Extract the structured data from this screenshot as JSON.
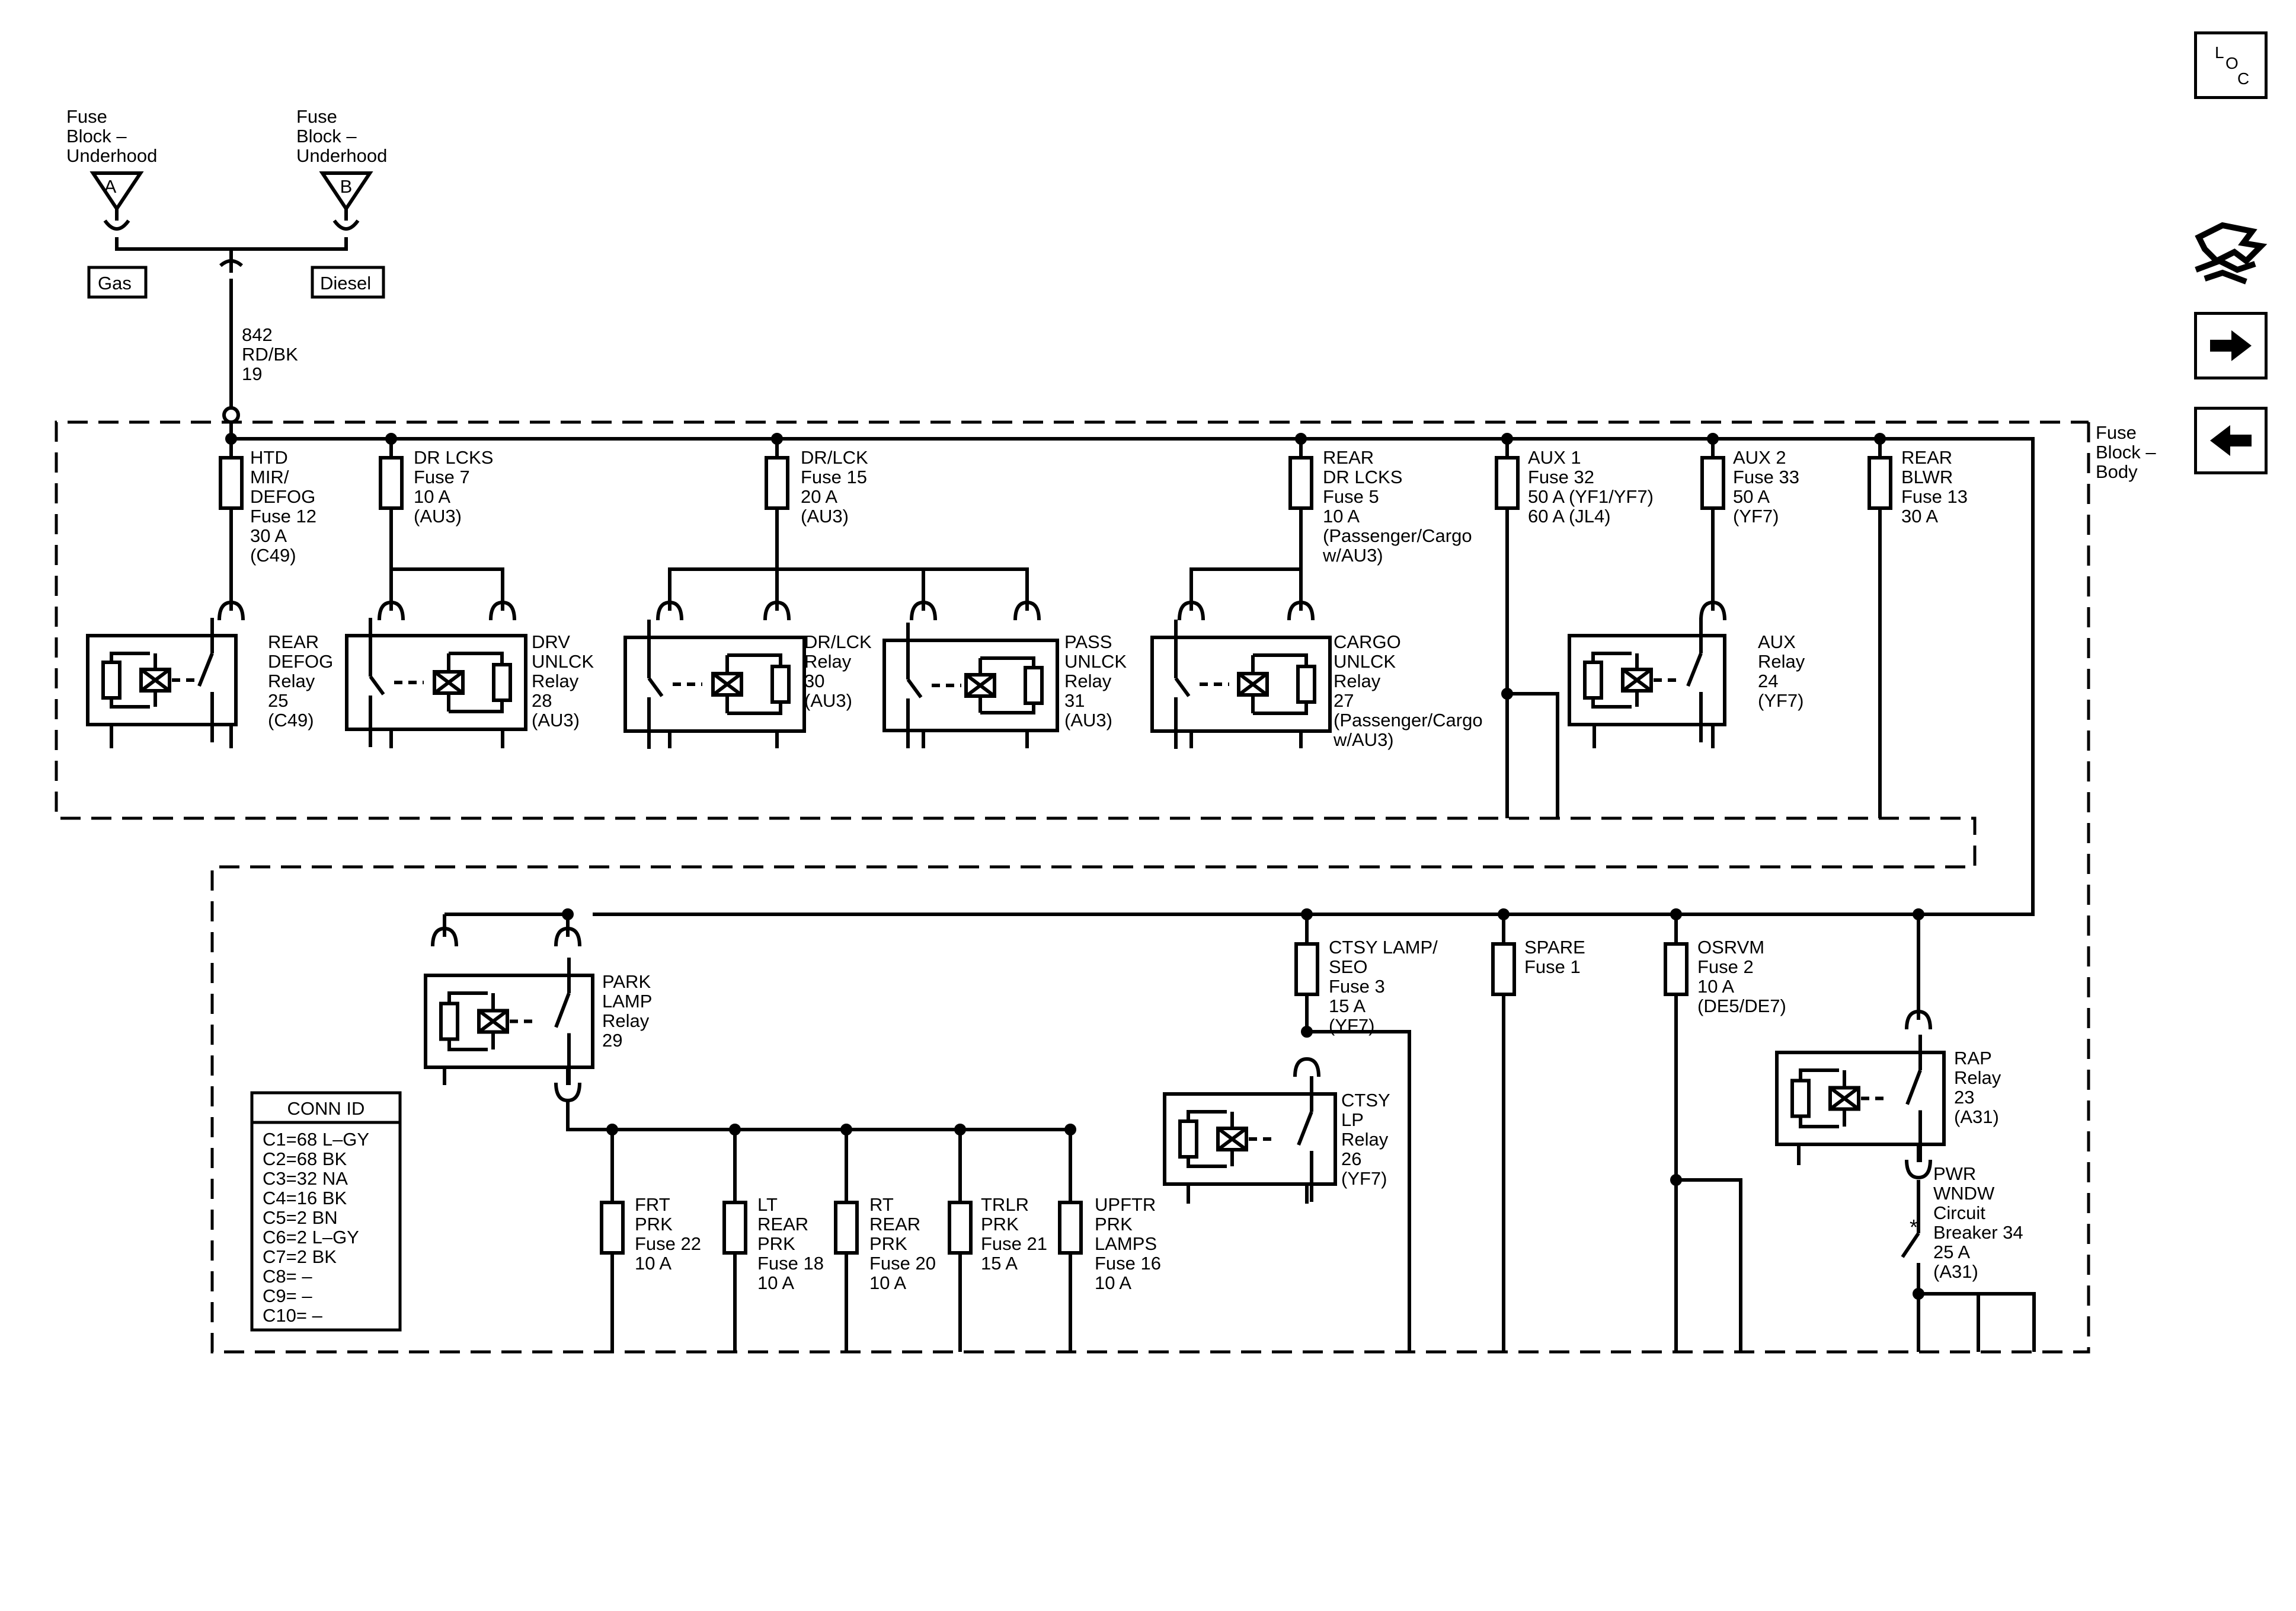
{
  "source": {
    "a": [
      "Fuse",
      "Block –",
      "Underhood"
    ],
    "a_letter": "A",
    "b": [
      "Fuse",
      "Block –",
      "Underhood"
    ],
    "b_letter": "B",
    "gas": "Gas",
    "diesel": "Diesel",
    "circuit": [
      "842",
      "RD/BK",
      "19"
    ]
  },
  "fuse_block_label": [
    "Fuse",
    "Block –",
    "Body"
  ],
  "top_fuses": [
    [
      "HTD",
      "MIR/",
      "DEFOG",
      "Fuse 12",
      "30 A",
      "(C49)"
    ],
    [
      "DR LCKS",
      "Fuse 7",
      "10 A",
      "(AU3)"
    ],
    [
      "DR/LCK",
      "Fuse 15",
      "20 A",
      "(AU3)"
    ],
    [
      "REAR",
      "DR LCKS",
      "Fuse 5",
      "10 A",
      "(Passenger/Cargo",
      "w/AU3)"
    ],
    [
      "AUX 1",
      "Fuse 32",
      "50 A (YF1/YF7)",
      "60 A (JL4)"
    ],
    [
      "AUX 2",
      "Fuse 33",
      "50 A",
      "(YF7)"
    ],
    [
      "REAR",
      "BLWR",
      "Fuse 13",
      "30 A"
    ]
  ],
  "top_relays": [
    [
      "REAR",
      "DEFOG",
      "Relay",
      "25",
      "(C49)"
    ],
    [
      "DRV",
      "UNLCK",
      "Relay",
      "28",
      "(AU3)"
    ],
    [
      "DR/LCK",
      "Relay",
      "30",
      "(AU3)"
    ],
    [
      "PASS",
      "UNLCK",
      "Relay",
      "31",
      "(AU3)"
    ],
    [
      "CARGO",
      "UNLCK",
      "Relay",
      "27",
      "(Passenger/Cargo",
      "w/AU3)"
    ],
    [
      "AUX",
      "Relay",
      "24",
      "(YF7)"
    ]
  ],
  "bottom_relays": [
    [
      "PARK",
      "LAMP",
      "Relay",
      "29"
    ],
    [
      "CTSY",
      "LP",
      "Relay",
      "26",
      "(YF7)"
    ],
    [
      "RAP",
      "Relay",
      "23",
      "(A31)"
    ]
  ],
  "bottom_fuses": [
    [
      "FRT",
      "PRK",
      "Fuse 22",
      "10 A"
    ],
    [
      "LT",
      "REAR",
      "PRK",
      "Fuse 18",
      "10 A"
    ],
    [
      "RT",
      "REAR",
      "PRK",
      "Fuse 20",
      "10 A"
    ],
    [
      "TRLR",
      "PRK",
      "Fuse 21",
      "15 A"
    ],
    [
      "UPFTR",
      "PRK",
      "LAMPS",
      "Fuse 16",
      "10 A"
    ],
    [
      "CTSY LAMP/",
      "SEO",
      "Fuse 3",
      "15 A",
      "(YF7)"
    ],
    [
      "SPARE",
      "Fuse 1"
    ],
    [
      "OSRVM",
      "Fuse 2",
      "10 A",
      "(DE5/DE7)"
    ]
  ],
  "breaker": [
    "PWR",
    "WNDW",
    "Circuit",
    "Breaker 34",
    "25 A",
    "(A31)"
  ],
  "conn_id": {
    "title": "CONN ID",
    "rows": [
      "C1=68 L–GY",
      "C2=68 BK",
      "C3=32 NA",
      "C4=16 BK",
      "C5=2 BN",
      "C6=2 L–GY",
      "C7=2 BK",
      "C8= –",
      "C9= –",
      "C10= –"
    ]
  },
  "nav": {
    "loc_l": "L",
    "loc_o": "O",
    "loc_c": "C",
    "icons": [
      "loc-icon",
      "connector-tool-icon",
      "arrow-right-icon",
      "arrow-left-icon"
    ]
  }
}
